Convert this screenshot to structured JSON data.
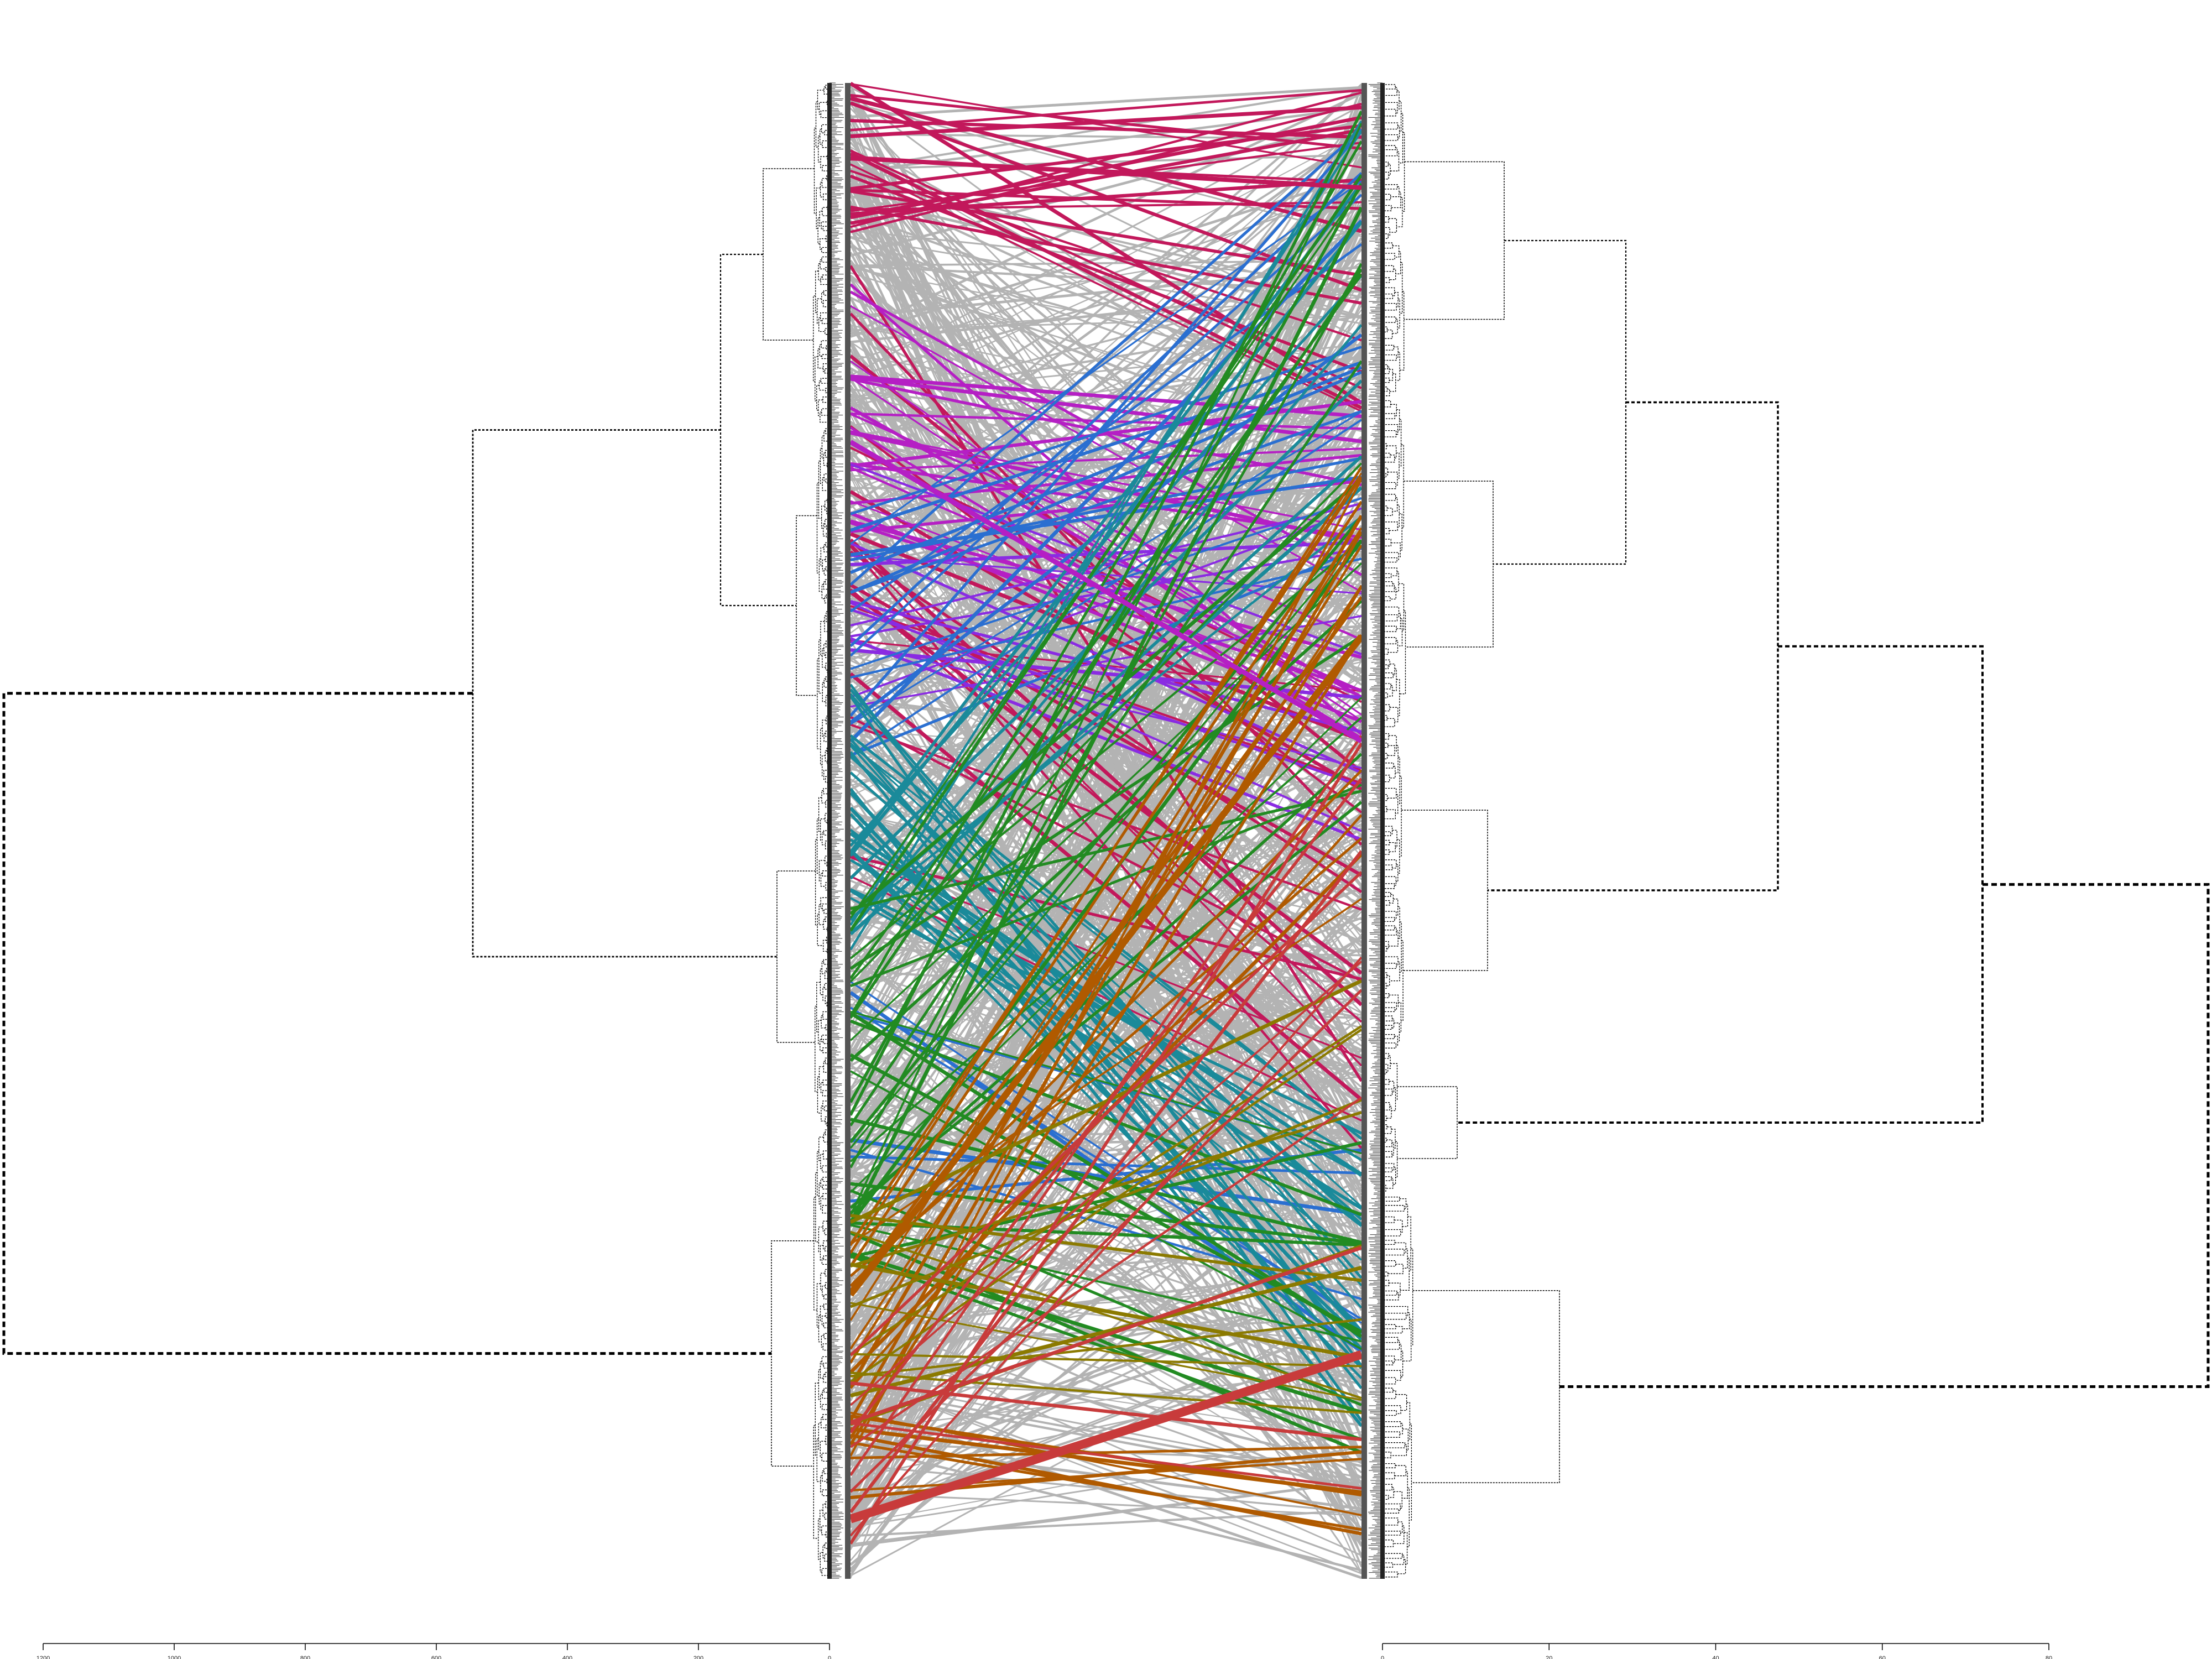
{
  "figure": {
    "kind": "tanglegram",
    "left_dendrogram": {
      "orientation": "leaves-right",
      "axis_ticks": [
        "1200",
        "1000",
        "800",
        "600",
        "400",
        "200",
        "0"
      ]
    },
    "right_dendrogram": {
      "orientation": "leaves-left",
      "axis_ticks": [
        "0",
        "20",
        "40",
        "60",
        "80"
      ]
    },
    "connector_colors": [
      "#b3b3b3",
      "#c2185b",
      "#b51fc4",
      "#8a2be2",
      "#2a6fd1",
      "#1a8a9a",
      "#228b22",
      "#b05a00",
      "#8b7a00",
      "#c83b3b"
    ],
    "background": "#ffffff"
  }
}
